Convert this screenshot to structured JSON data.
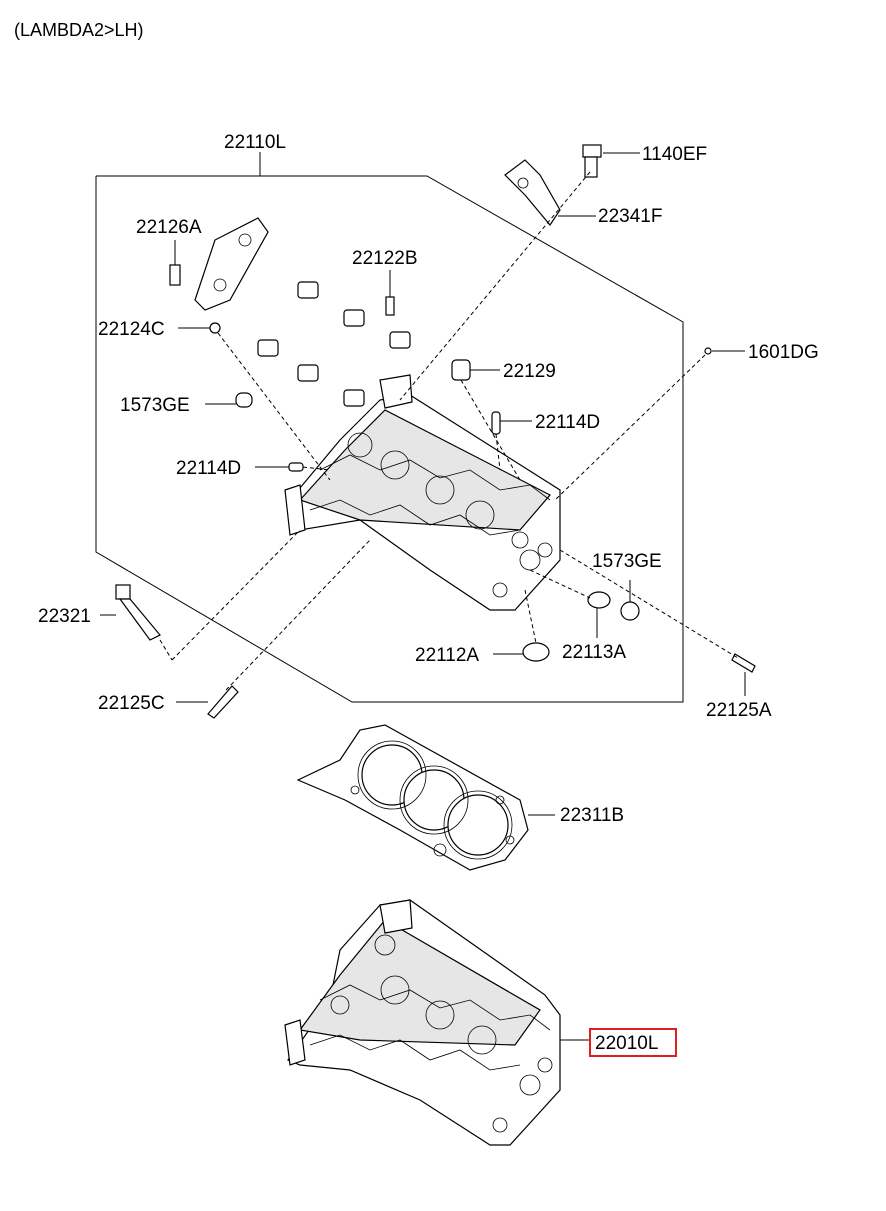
{
  "header": {
    "title": "(LAMBDA2>LH)"
  },
  "callouts": {
    "c22110L": "22110L",
    "c1140EF": "1140EF",
    "c22341F": "22341F",
    "c22126A": "22126A",
    "c22122B": "22122B",
    "c22124C": "22124C",
    "c1601DG": "1601DG",
    "c22129": "22129",
    "c1573GE_a": "1573GE",
    "c22114D_a": "22114D",
    "c22114D_b": "22114D",
    "c1573GE_b": "1573GE",
    "c22321": "22321",
    "c22112A": "22112A",
    "c22113A": "22113A",
    "c22125C": "22125C",
    "c22125A": "22125A",
    "c22311B": "22311B",
    "c22010L": "22010L"
  },
  "highlight": {
    "color": "#e02020",
    "target": "22010L"
  }
}
